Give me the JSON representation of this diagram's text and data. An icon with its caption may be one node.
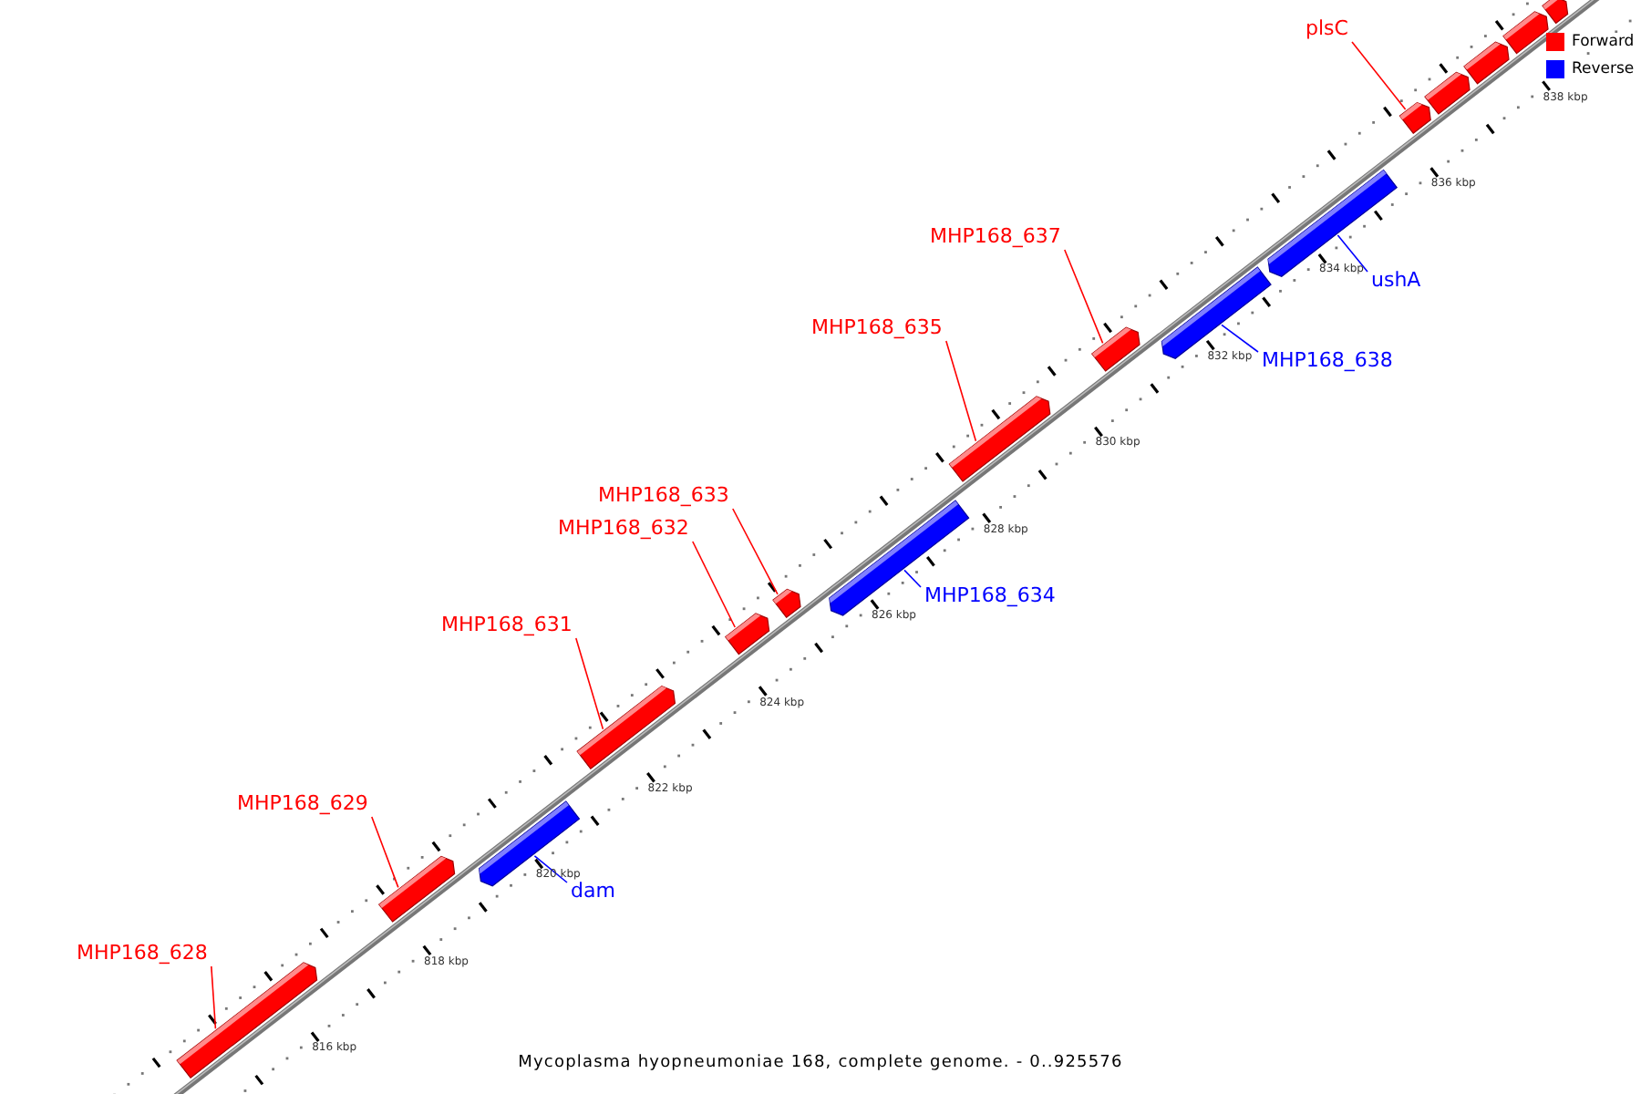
{
  "diagram": {
    "caption": "Mycoplasma hyopneumoniae 168, complete genome. - 0..925576",
    "nodes": [
      {
        "text": [
          "plsC"
        ]
      },
      {
        "text": [],
        "shape": "bar"
      },
      {
        "text": [],
        "shape": "bar"
      },
      {
        "text": [],
        "shape": "bar"
      },
      {
        "text": [],
        "shape": "bar"
      },
      {
        "text": [],
        "shape": "bar"
      },
      {
        "text": [
          "MHP168_637"
        ]
      },
      {
        "text": [],
        "shape": "bar"
      },
      {
        "text": [
          "ushA"
        ]
      },
      {
        "text": [],
        "shape": "bar"
      },
      {
        "text": [
          "MHP168_635"
        ]
      },
      {
        "text": [],
        "shape": "bar"
      },
      {
        "text": [
          "MHP168_638"
        ]
      },
      {
        "text": [],
        "shape": "bar"
      },
      {
        "text": [
          "MHP168_633"
        ]
      },
      {
        "text": [],
        "shape": "bar"
      },
      {
        "text": [
          "MHP168_632"
        ]
      },
      {
        "text": [],
        "shape": "bar"
      },
      {
        "text": [
          "MHP168_634"
        ]
      },
      {
        "text": [],
        "shape": "bar"
      },
      {
        "text": [
          "MHP168_631"
        ]
      },
      {
        "text": [],
        "shape": "bar"
      },
      {
        "text": [
          "MHP168_629"
        ]
      },
      {
        "text": [],
        "shape": "bar"
      },
      {
        "text": [
          "dam"
        ]
      },
      {
        "text": [],
        "shape": "bar"
      },
      {
        "text": [
          "MHP168_628"
        ]
      },
      {
        "text": [],
        "shape": "bar"
      }
    ],
    "edges": [
      {
        "from": 0,
        "to": 1,
        "arrow": "none"
      },
      {
        "from": 6,
        "to": 7,
        "arrow": "none"
      },
      {
        "from": 8,
        "to": 9,
        "arrow": "none",
        "color": "#0000ff"
      },
      {
        "from": 10,
        "to": 11,
        "arrow": "none"
      },
      {
        "from": 12,
        "to": 13,
        "arrow": "none",
        "color": "#0000ff"
      },
      {
        "from": 14,
        "to": 15,
        "arrow": "none"
      },
      {
        "from": 16,
        "to": 17,
        "arrow": "none"
      },
      {
        "from": 18,
        "to": 19,
        "arrow": "none",
        "color": "#0000ff"
      },
      {
        "from": 20,
        "to": 21,
        "arrow": "none"
      },
      {
        "from": 22,
        "to": 23,
        "arrow": "none"
      },
      {
        "from": 24,
        "to": 25,
        "arrow": "none",
        "color": "#0000ff"
      },
      {
        "from": 26,
        "to": 27,
        "arrow": "none"
      }
    ],
    "labels": [
      "838 kbp",
      "836 kbp",
      "834 kbp",
      "832 kbp",
      "830 kbp",
      "828 kbp",
      "826 kbp",
      "824 kbp",
      "822 kbp",
      "820 kbp",
      "818 kbp",
      "816 kbp"
    ],
    "legend": [
      {
        "text": "Forward",
        "color": "#ff0000"
      },
      {
        "text": "Reverse",
        "color": "#0000ff"
      }
    ]
  }
}
